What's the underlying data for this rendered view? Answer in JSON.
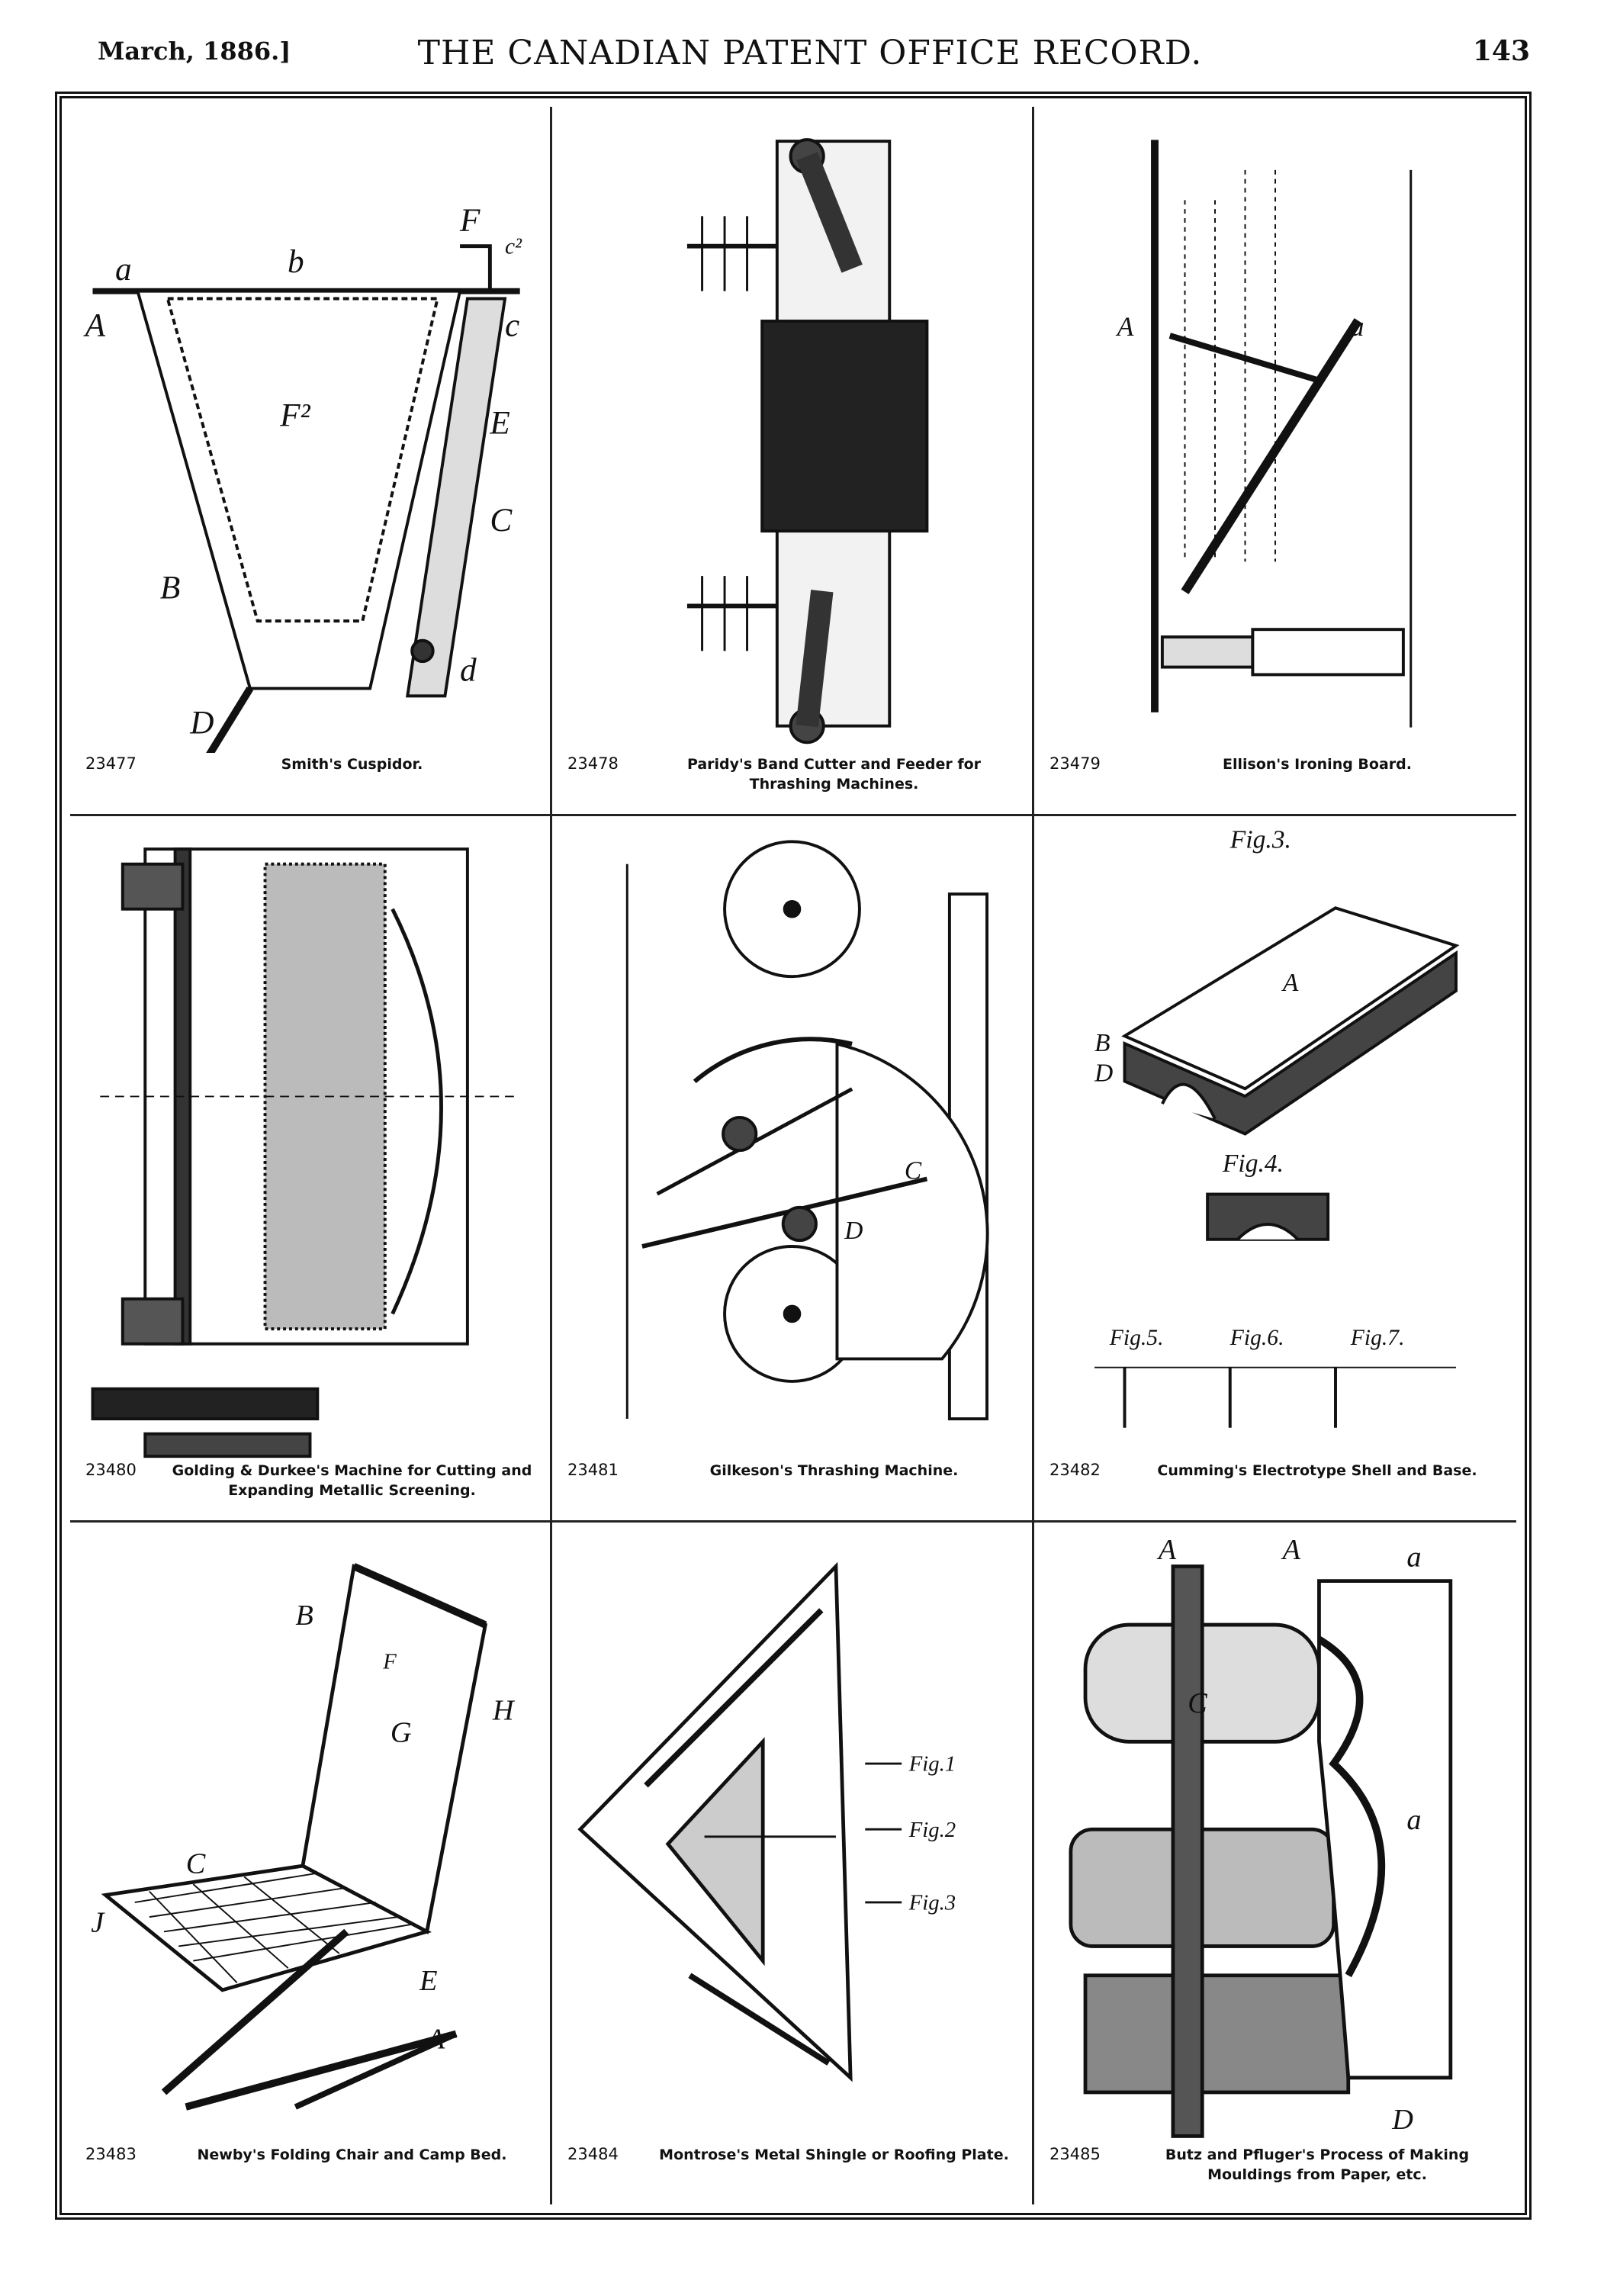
{
  "header": {
    "date": "March, 1886.]",
    "title": "THE CANADIAN PATENT OFFICE RECORD.",
    "page": "143"
  },
  "panels": [
    {
      "number": "23477",
      "caption": "Smith's Cuspidor.",
      "labels": [
        "a",
        "b",
        "A",
        "F",
        "c²",
        "c",
        "F²",
        "E",
        "C",
        "B",
        "d",
        "D"
      ]
    },
    {
      "number": "23478",
      "caption": "Paridy's Band Cutter and Feeder for Thrashing Machines.",
      "labels": []
    },
    {
      "number": "23479",
      "caption": "Ellison's Ironing Board.",
      "labels": [
        "A",
        "a"
      ]
    },
    {
      "number": "23480",
      "caption": "Golding & Durkee's Machine for Cutting and Expanding Metallic Screening.",
      "labels": []
    },
    {
      "number": "23481",
      "caption": "Gilkeson's Thrashing Machine.",
      "labels": [
        "C",
        "D"
      ]
    },
    {
      "number": "23482",
      "caption": "Cumming's Electrotype Shell and Base.",
      "labels": [
        "Fig.3.",
        "A",
        "B",
        "D",
        "Fig.4.",
        "Fig.5.",
        "Fig.6.",
        "Fig.7."
      ]
    },
    {
      "number": "23483",
      "caption": "Newby's Folding Chair and Camp Bed.",
      "labels": [
        "B",
        "G",
        "H",
        "C",
        "J",
        "E",
        "F",
        "A"
      ]
    },
    {
      "number": "23484",
      "caption": "Montrose's Metal Shingle or Roofing Plate.",
      "labels": [
        "Fig.1",
        "Fig.2",
        "Fig.3"
      ]
    },
    {
      "number": "23485",
      "caption": "Butz and Pfluger's Process of Making Mouldings from Paper, etc.",
      "labels": [
        "A",
        "A",
        "a",
        "C",
        "a",
        "D"
      ]
    }
  ]
}
